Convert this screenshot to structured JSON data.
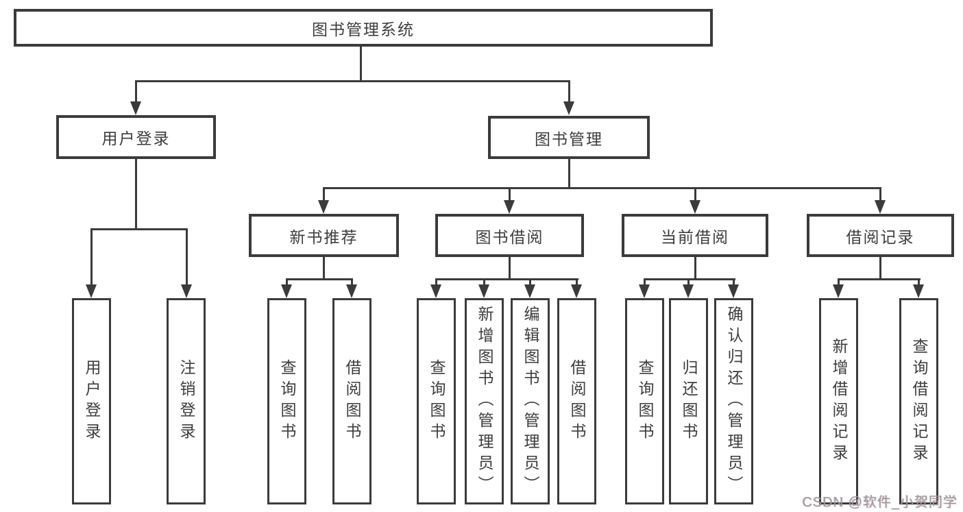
{
  "tree": {
    "root": "图书管理系统",
    "children": [
      {
        "label": "用户登录",
        "children": [
          "用户登录",
          "注销登录"
        ]
      },
      {
        "label": "图书管理",
        "children": [
          {
            "label": "新书推荐",
            "children": [
              "查询图书",
              "借阅图书"
            ]
          },
          {
            "label": "图书借阅",
            "children": [
              "查询图书",
              "新增图书（管理员）",
              "编辑图书（管理员）",
              "借阅图书"
            ]
          },
          {
            "label": "当前借阅",
            "children": [
              "查询图书",
              "归还图书",
              "确认归还（管理员）"
            ]
          },
          {
            "label": "借阅记录",
            "children": [
              "新增借阅记录",
              "查询借阅记录"
            ]
          }
        ]
      }
    ]
  },
  "watermark": {
    "text": "CSDN @软件_小贺同学"
  },
  "colors": {
    "line": "#3b3b3b",
    "text": "#3d3d3d",
    "watermark_text": "#9b9b9b",
    "background": "#ffffff"
  }
}
